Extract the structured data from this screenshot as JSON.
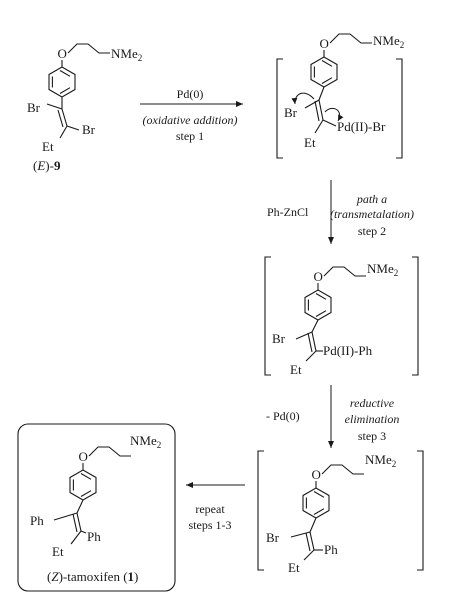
{
  "compound_9": {
    "nme2": "NMe2",
    "br_top": "Br",
    "br_right": "Br",
    "et": "Et",
    "name_paren_open": "(",
    "name_stereo": "E",
    "name_paren_close": ")-",
    "name_num": "9"
  },
  "step1": {
    "reagent": "Pd(0)",
    "type": "(oxidative addition)",
    "label": "step 1"
  },
  "intermediate_1": {
    "nme2": "NMe2",
    "br": "Br",
    "pd": "Pd(II)-Br",
    "et": "Et"
  },
  "step2": {
    "reagent": "Ph-ZnCl",
    "path": "path a",
    "type": "(transmetalation)",
    "label": "step 2"
  },
  "intermediate_2": {
    "nme2": "NMe2",
    "br": "Br",
    "pd": "Pd(II)-Ph",
    "et": "Et"
  },
  "step3": {
    "loss": "- Pd(0)",
    "type_line1": "reductive",
    "type_line2": "elimination",
    "label": "step 3"
  },
  "product_intermediate": {
    "nme2": "NMe2",
    "br": "Br",
    "ph": "Ph",
    "et": "Et"
  },
  "repeat": {
    "line1": "repeat",
    "line2": "steps 1-3"
  },
  "tamoxifen": {
    "nme2": "NMe2",
    "ph_left": "Ph",
    "ph_right": "Ph",
    "et": "Et",
    "name_paren_open": "(",
    "name_stereo": "Z",
    "name_mid": ")-tamoxifen (",
    "name_num": "1",
    "name_close": ")"
  }
}
